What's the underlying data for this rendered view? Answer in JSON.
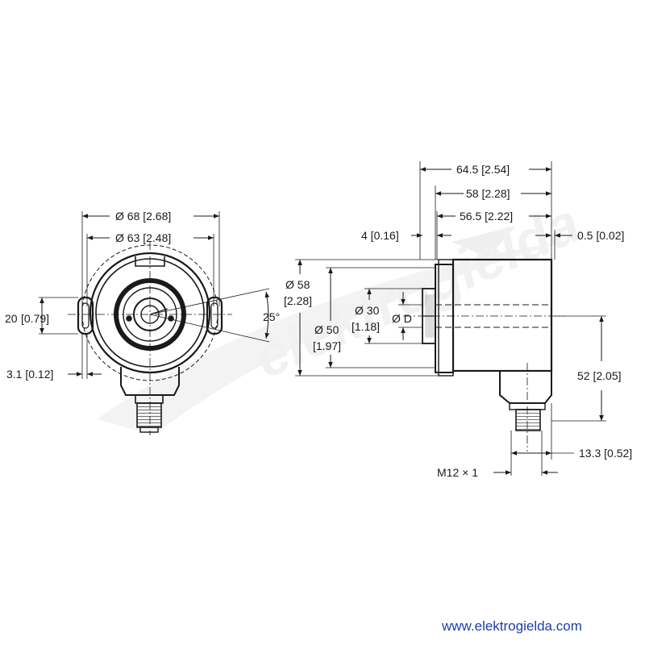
{
  "watermark": {
    "text": "elektrogielda"
  },
  "front_view": {
    "dim_outer_diameter": "Ø 68 [2.68]",
    "dim_mount_diameter": "Ø 63 [2.48]",
    "dim_slot_height_mm": "20",
    "dim_slot_height_in": "[0.79]",
    "dim_slot_width": "3.1 [0.12]",
    "dim_angle": "25°"
  },
  "side_view": {
    "dim_total_length": "64.5 [2.54]",
    "dim_housing_length": "58 [2.28]",
    "dim_body_length": "56.5 [2.22]",
    "dim_flange": "4 [0.16]",
    "dim_gap": "0.5 [0.02]",
    "dim_dia58_mm": "Ø 58",
    "dim_dia58_in": "[2.28]",
    "dim_dia50_mm": "Ø 50",
    "dim_dia50_in": "[1.97]",
    "dim_dia30_mm": "Ø 30",
    "dim_dia30_in": "[1.18]",
    "dim_shaft": "Ø D",
    "dim_height": "52 [2.05]",
    "dim_connector_offset": "13.3 [0.52]",
    "dim_thread": "M12 × 1"
  },
  "footer": {
    "url": "www.elektrogielda.com"
  },
  "colors": {
    "line": "#1a1a1a",
    "url": "#1a3fa8",
    "watermark": "#f0f0f0"
  }
}
